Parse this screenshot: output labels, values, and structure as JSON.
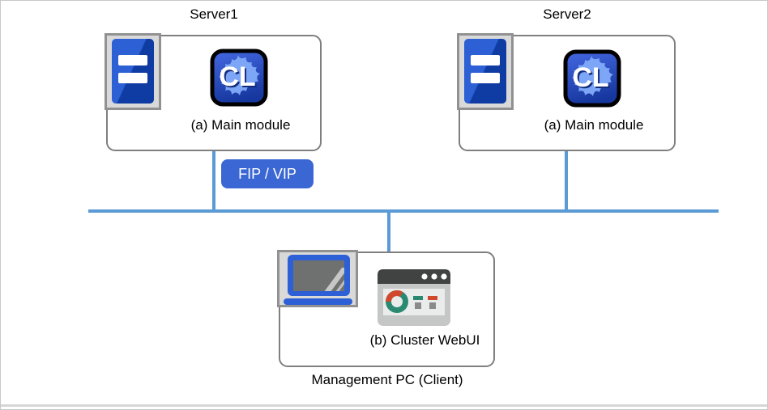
{
  "diagram": {
    "servers": [
      {
        "name": "Server1",
        "module_label": "(a) Main module"
      },
      {
        "name": "Server2",
        "module_label": "(a) Main module"
      }
    ],
    "badge": {
      "label": "FIP / VIP"
    },
    "management": {
      "module_label": "(b) Cluster WebUI",
      "caption": "Management PC (Client)"
    },
    "icons": {
      "cl_text": "CL",
      "server_icon": "server-tower-icon",
      "cl_icon": "cluster-app-icon",
      "laptop_icon": "laptop-icon",
      "browser_icon": "webui-dashboard-icon"
    },
    "colors": {
      "network_line": "#5b9bd5",
      "badge_background": "#3b67d4",
      "badge_text": "#ffffff",
      "box_border": "#7f7f7f",
      "icon_background": "#d9d9d9",
      "icon_border": "#919191",
      "server_blue_light": "#2c60d4",
      "server_blue_dark": "#0f3ca3",
      "cl_blue_top": "#4468e2",
      "cl_blue_bottom": "#16379e",
      "cl_blob_blue": "#7ea6f6",
      "laptop_blue": "#2d5fd6",
      "screen_gray": "#6f7070",
      "browser_header": "#414343",
      "browser_body": "#c5c7c7",
      "donut_teal": "#2a8a71",
      "accent_red": "#d1492c",
      "outer_border": "#c9c9c9"
    }
  }
}
